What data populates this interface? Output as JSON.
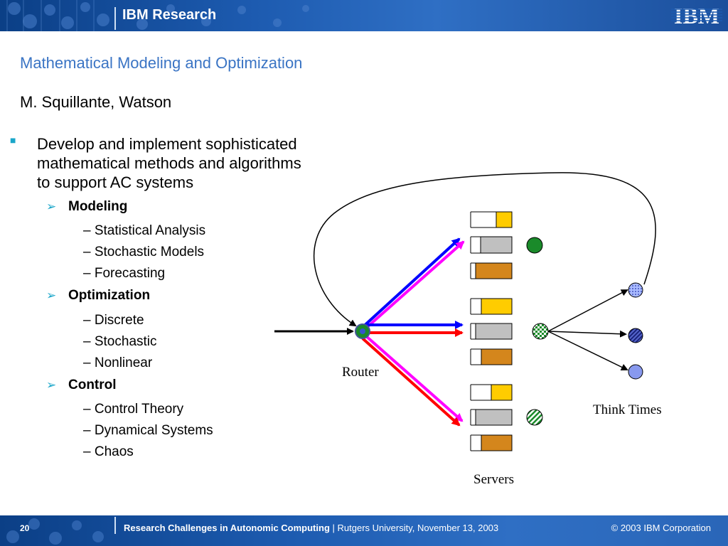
{
  "header": {
    "brand": "IBM Research",
    "logo_text": "IBM"
  },
  "slide": {
    "title": "Mathematical Modeling and Optimization",
    "author": "M. Squillante, Watson",
    "bullet": {
      "line1": "Develop and implement sophisticated",
      "line2": "mathematical methods and algorithms",
      "line3": "to support AC systems"
    },
    "sections": [
      {
        "heading": "Modeling",
        "items": [
          "Statistical Analysis",
          "Stochastic Models",
          "Forecasting"
        ]
      },
      {
        "heading": "Optimization",
        "items": [
          "Discrete",
          "Stochastic",
          "Nonlinear"
        ]
      },
      {
        "heading": "Control",
        "items": [
          "Control Theory",
          "Dynamical Systems",
          "Chaos"
        ]
      }
    ]
  },
  "diagram": {
    "router_label": "Router",
    "servers_label": "Servers",
    "think_times_label": "Think Times"
  },
  "footer": {
    "page": "20",
    "talk_title": "Research Challenges in Autonomic Computing",
    "separator": " | ",
    "venue": "Rutgers University, November 13, 2003",
    "copyright": "© 2003 IBM Corporation"
  },
  "colors": {
    "header_blue": "#1d5bb0",
    "title_blue": "#3a74c4",
    "bullet_cyan": "#1aa6c9",
    "arrow_blue": "#0000ff",
    "arrow_magenta": "#ff00ff",
    "arrow_red": "#ff0000",
    "queue_yellow": "#ffcc00",
    "queue_gray": "#c0c0c0",
    "queue_orange": "#d4861c",
    "server_green": "#1a8a2a",
    "think_blue": "#8899ee"
  }
}
